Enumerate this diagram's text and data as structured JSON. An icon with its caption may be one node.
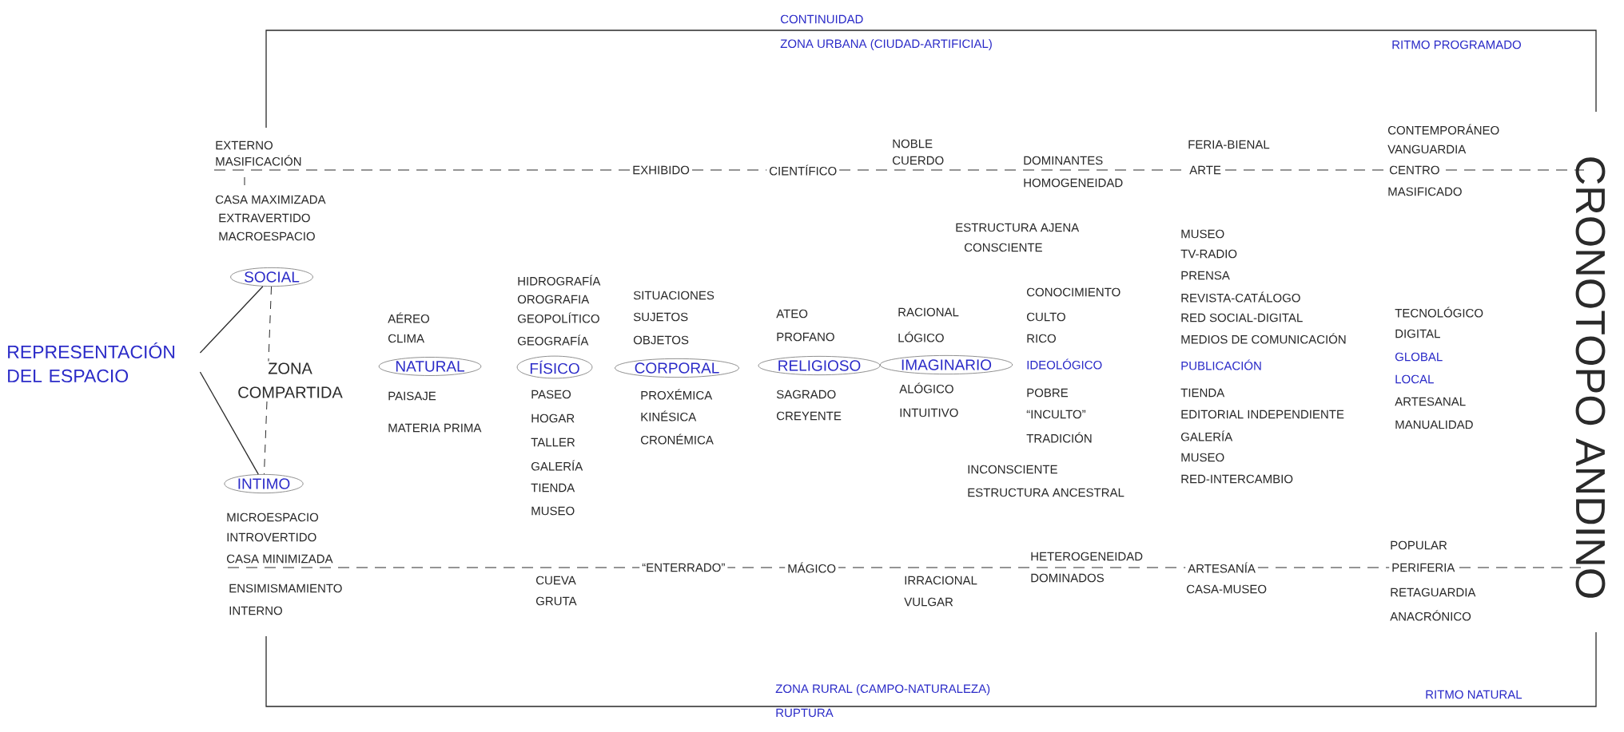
{
  "diagram": {
    "nodes": [
      {
        "text": [
          "REPRESENTACIÓN DEL ESPACIO"
        ]
      },
      {
        "text": [
          "SOCIAL"
        ]
      },
      {
        "text": [
          "INTIMO"
        ]
      },
      {
        "text": [
          "NATURAL"
        ]
      },
      {
        "text": [
          "FÍSICO"
        ]
      },
      {
        "text": [
          "CORPORAL"
        ]
      },
      {
        "text": [
          "RELIGIOSO"
        ]
      },
      {
        "text": [
          "IMAGINARIO"
        ]
      }
    ],
    "edges": [
      {
        "from": 0,
        "to": 1,
        "arrow": "none"
      },
      {
        "from": 0,
        "to": 2,
        "arrow": "none"
      },
      {
        "from": 1,
        "to": 2,
        "arrow": "none",
        "style": "dashed",
        "label": "ZONA COMPARTIDA"
      }
    ],
    "labels": [
      "CONTINUIDAD",
      "ZONA URBANA (CIUDAD-ARTIFICIAL)",
      "RITMO PROGRAMADO",
      "EXTERNO",
      "MASIFICACIÓN",
      "NOBLE",
      "FERIA-BIENAL",
      "CONTEMPORÁNEO",
      "VANGUARDIA",
      "EXHIBIDO",
      "CIENTÍFICO",
      "CUERDO",
      "DOMINANTES",
      "ARTE",
      "CENTRO",
      "CRONOTOPO ANDINO",
      "HOMOGENEIDAD",
      "MASIFICADO",
      "CASA MAXIMIZADA",
      "EXTRAVERTIDO",
      "MACROESPACIO",
      "ESTRUCTURA AJENA",
      "CONSCIENTE",
      "MUSEO",
      "TV-RADIO",
      "PRENSA",
      "REVISTA-CATÁLOGO",
      "RED SOCIAL-DIGITAL",
      "MEDIOS DE COMUNICACIÓN",
      "HIDROGRAFÍA",
      "OROGRAFIA",
      "GEOPOLÍTICO",
      "GEOGRAFÍA",
      "SITUACIONES",
      "SUJETOS",
      "OBJETOS",
      "CONOCIMIENTO",
      "CULTO",
      "RICO",
      "AÉREO",
      "CLIMA",
      "ATEO",
      "PROFANO",
      "RACIONAL",
      "LÓGICO",
      "TECNOLÓGICO",
      "DIGITAL",
      "IDEOLÓGICO",
      "PUBLICACIÓN",
      "GLOBAL",
      "LOCAL",
      "PAISAJE",
      "PASEO",
      "PROXÉMICA",
      "SAGRADO",
      "ALÓGICO",
      "POBRE",
      "TIENDA",
      "ARTESANAL",
      "MATERIA PRIMA",
      "HOGAR",
      "KINÉSICA",
      "CREYENTE",
      "INTUITIVO",
      "“INCULTO”",
      "EDITORIAL INDEPENDIENTE",
      "MANUALIDAD",
      "TALLER",
      "CRONÉMICA",
      "TRADICIÓN",
      "GALERÍA",
      "GALERÍA",
      "MUSEO",
      "INCONSCIENTE",
      "RED-INTERCAMBIO",
      "ESTRUCTURA ANCESTRAL",
      "TIENDA",
      "MUSEO",
      "MICROESPACIO",
      "INTROVERTIDO",
      "CASA MINIMIZADA",
      "POPULAR",
      "HETEROGENEIDAD",
      "“ENTERRADO”",
      "MÁGICO",
      "ARTESANÍA",
      "PERIFERIA",
      "CUEVA",
      "IRRACIONAL",
      "DOMINADOS",
      "ENSIMISMAMIENTO",
      "CASA-MUSEO",
      "RETAGUARDIA",
      "GRUTA",
      "VULGAR",
      "INTERNO",
      "ANACRÓNICO",
      "ZONA RURAL (CAMPO-NATURALEZA)",
      "RITMO NATURAL",
      "RUPTURA"
    ]
  }
}
